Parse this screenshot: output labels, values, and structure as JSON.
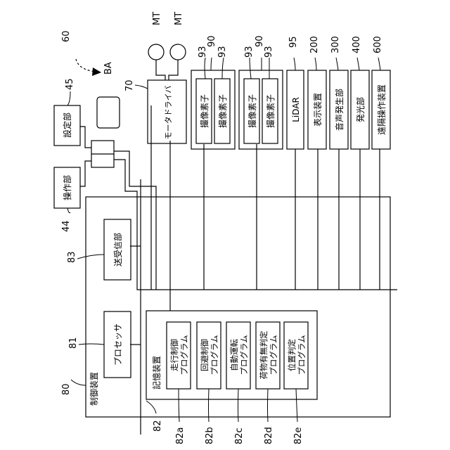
{
  "figure": {
    "system_ref": "60",
    "ba_label": "BA",
    "motors": [
      {
        "label": "MT"
      },
      {
        "label": "MT"
      }
    ]
  },
  "setting_unit": {
    "ref": "45",
    "label": "設定部"
  },
  "operation_unit": {
    "ref": "44",
    "label": "操作部"
  },
  "motor_driver": {
    "ref": "70",
    "label": "モータドライバ"
  },
  "camera_group_1": {
    "group_ref": "90",
    "element_ref": "93",
    "elements": [
      {
        "label": "撮像素子"
      },
      {
        "label": "撮像素子"
      }
    ]
  },
  "camera_group_2": {
    "group_ref": "90",
    "element_ref": "93",
    "elements": [
      {
        "label": "撮像素子"
      },
      {
        "label": "撮像素子"
      }
    ]
  },
  "lidar": {
    "ref": "95",
    "label": "LiDAR"
  },
  "display": {
    "ref": "200",
    "label": "表示装置"
  },
  "sound": {
    "ref": "300",
    "label": "音声発生部"
  },
  "light": {
    "ref": "400",
    "label": "発光部"
  },
  "remote": {
    "ref": "600",
    "label": "遠隔操作装置"
  },
  "control_device": {
    "ref": "80",
    "label": "制御装置"
  },
  "processor": {
    "ref": "81",
    "label": "プロセッサ"
  },
  "transceiver": {
    "ref": "83",
    "label": "送受信部"
  },
  "storage": {
    "ref": "82",
    "label": "記憶装置",
    "programs": [
      {
        "ref": "82a",
        "label": "走行制御プログラム"
      },
      {
        "ref": "82b",
        "label": "回避制御プログラム"
      },
      {
        "ref": "82c",
        "label": "自動運転プログラム"
      },
      {
        "ref": "82d",
        "label": "荷物有無判定プログラム"
      },
      {
        "ref": "82e",
        "label": "位置判定プログラム"
      }
    ]
  }
}
